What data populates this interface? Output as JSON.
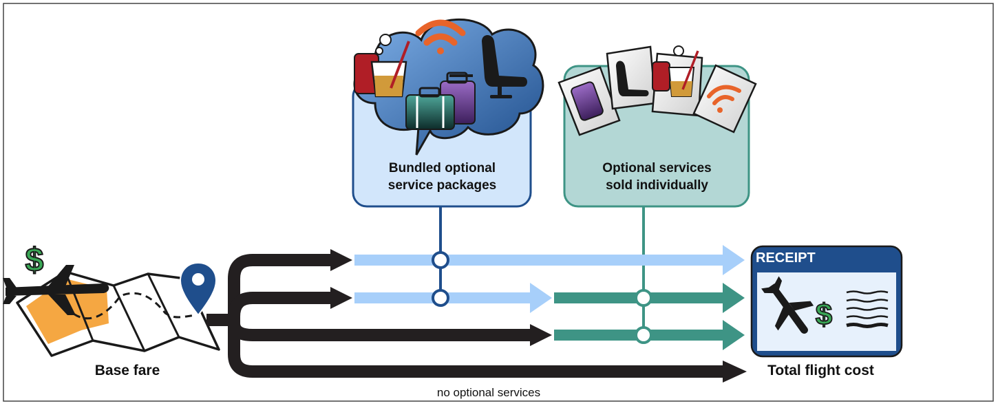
{
  "labels": {
    "bundled": "Bundled optional service packages",
    "bundled_line1": "Bundled optional",
    "bundled_line2": "service packages",
    "individual": "Optional services sold individually",
    "individual_line1": "Optional services",
    "individual_line2": "sold individually",
    "base_fare": "Base fare",
    "total_flight_cost": "Total flight cost",
    "no_optional_services": "no optional services",
    "receipt": "RECEIPT",
    "dollar_sign": "$"
  },
  "colors": {
    "path_dark": "#231f20",
    "bundled_blue": "#a7cffa",
    "individual_teal": "#3e9485",
    "bundled_box_fill": "#d2e6fb",
    "bundled_box_stroke": "#1f4e8c",
    "individual_box_fill": "#b3d7d5",
    "individual_box_stroke": "#3e9485",
    "receipt_blue": "#1f4e8c",
    "dollar_green": "#3aa856",
    "map_orange": "#f5a742",
    "pin_blue": "#1f4e8c"
  },
  "icons": [
    "dollar-icon",
    "airplane-icon",
    "map-icon",
    "location-pin-icon",
    "cloud-icon",
    "drink-icon",
    "wifi-icon",
    "seat-icon",
    "luggage-icon",
    "receipt-icon"
  ]
}
